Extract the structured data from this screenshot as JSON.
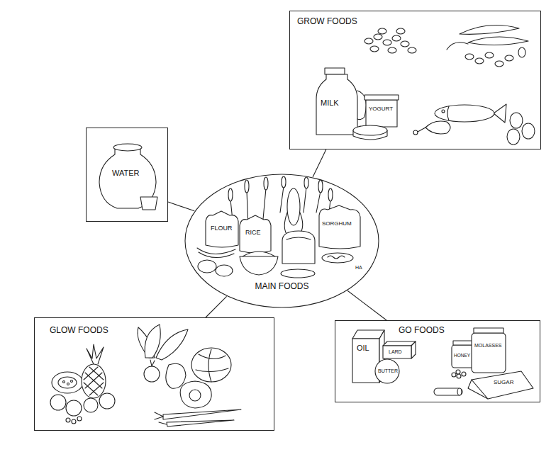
{
  "diagram": {
    "nodes": [
      {
        "text": [
          "GROW FOODS"
        ]
      },
      {
        "text": [
          "WATER"
        ]
      },
      {
        "text": [
          "MAIN FOODS"
        ]
      },
      {
        "text": [
          "GLOW FOODS"
        ]
      },
      {
        "text": [
          "GO FOODS"
        ]
      }
    ],
    "edges": [
      {
        "from": 2,
        "to": 0,
        "arrow": "none"
      },
      {
        "from": 2,
        "to": 1,
        "arrow": "none"
      },
      {
        "from": 2,
        "to": 3,
        "arrow": "none"
      },
      {
        "from": 2,
        "to": 4,
        "arrow": "none"
      }
    ],
    "labels": [
      "MILK",
      "YOGURT",
      "FLOUR",
      "RICE",
      "SORGHUM",
      "HA",
      "OIL",
      "LARD",
      "BUTTER",
      "HONEY",
      "MOLASSES",
      "SUGAR"
    ]
  }
}
